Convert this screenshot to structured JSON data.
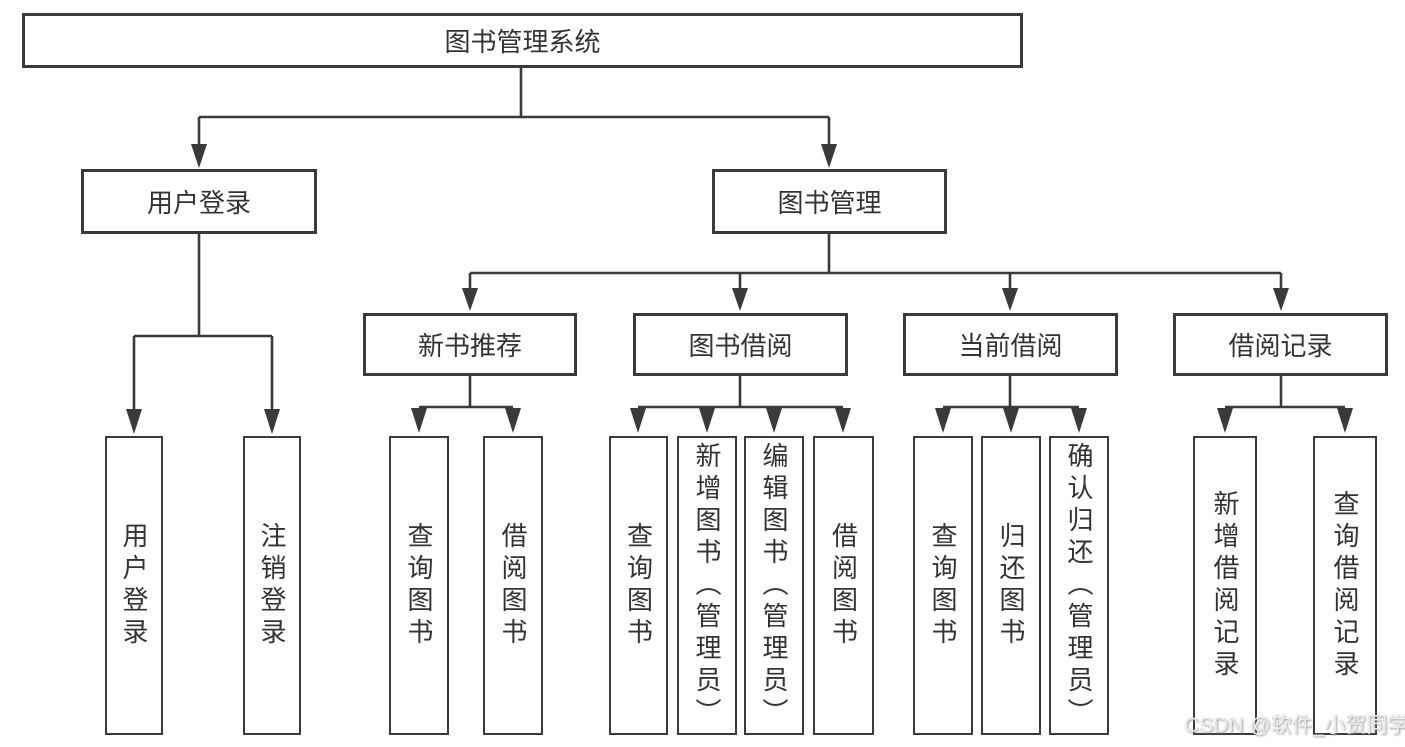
{
  "tree": {
    "root": {
      "label": "图书管理系统",
      "children": [
        {
          "label": "用户登录",
          "children": [
            {
              "label": "用户登录"
            },
            {
              "label": "注销登录"
            }
          ]
        },
        {
          "label": "图书管理",
          "children": [
            {
              "label": "新书推荐",
              "children": [
                {
                  "label": "查询图书"
                },
                {
                  "label": "借阅图书"
                }
              ]
            },
            {
              "label": "图书借阅",
              "children": [
                {
                  "label": "查询图书"
                },
                {
                  "label": "新增图书（管理员）"
                },
                {
                  "label": "编辑图书（管理员）"
                },
                {
                  "label": "借阅图书"
                }
              ]
            },
            {
              "label": "当前借阅",
              "children": [
                {
                  "label": "查询图书"
                },
                {
                  "label": "归还图书"
                },
                {
                  "label": "确认归还（管理员）"
                }
              ]
            },
            {
              "label": "借阅记录",
              "children": [
                {
                  "label": "新增借阅记录"
                },
                {
                  "label": "查询借阅记录"
                }
              ]
            }
          ]
        }
      ]
    }
  },
  "watermark": {
    "text": "CSDN @软件_小贺同学"
  },
  "colors": {
    "line": "#3a3a3a",
    "box_border": "#3a3a3a",
    "box_fill": "#ffffff",
    "text": "#333333",
    "background": "#ffffff",
    "watermark_text": "#ececec"
  }
}
